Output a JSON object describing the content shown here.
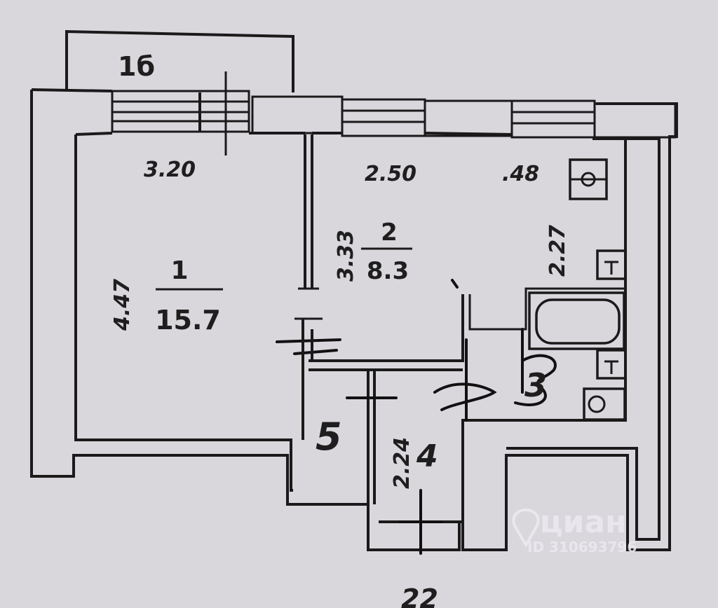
{
  "plan": {
    "balcony_label": "1б",
    "rooms": [
      {
        "number": "1",
        "area": "15.7"
      },
      {
        "number": "2",
        "area": "8.3"
      },
      {
        "number": "3",
        "area": ""
      },
      {
        "number": "4",
        "area": ""
      },
      {
        "number": "5",
        "area": ""
      }
    ],
    "dimensions": {
      "room1_width": "3.20",
      "room1_depth": "4.47",
      "room2_width": "2.50",
      "room2_depth": "3.33",
      "niche_width": ".48",
      "bath_depth": "2.27",
      "corridor_depth": "2.24"
    },
    "page_number": "22"
  },
  "watermark": {
    "brand": "циан",
    "id_text": "ID 310693796"
  }
}
